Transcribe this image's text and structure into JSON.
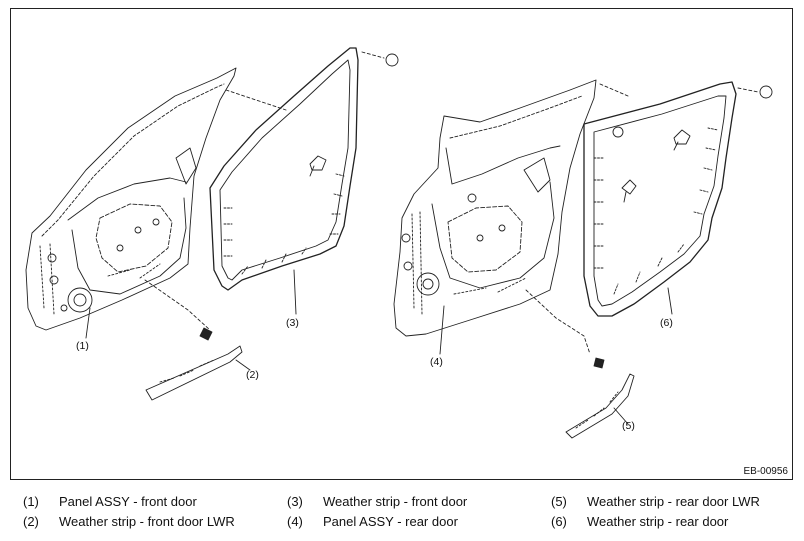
{
  "figure_id": "EB-00956",
  "callouts": {
    "c1": "(1)",
    "c2": "(2)",
    "c3": "(3)",
    "c4": "(4)",
    "c5": "(5)",
    "c6": "(6)"
  },
  "legend": [
    {
      "num": "(1)",
      "label": "Panel ASSY - front door"
    },
    {
      "num": "(2)",
      "label": "Weather strip - front door LWR"
    },
    {
      "num": "(3)",
      "label": "Weather strip - front door"
    },
    {
      "num": "(4)",
      "label": "Panel ASSY - rear door"
    },
    {
      "num": "(5)",
      "label": "Weather strip - rear door LWR"
    },
    {
      "num": "(6)",
      "label": "Weather strip - rear door"
    }
  ]
}
